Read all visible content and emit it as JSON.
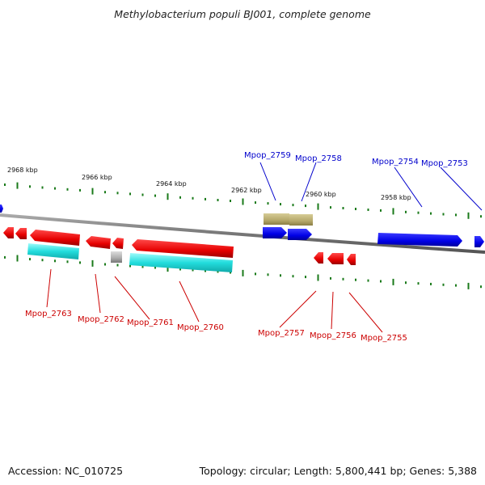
{
  "title": "Methylobacterium populi BJ001, complete genome",
  "footer": {
    "accession": "Accession: NC_010725",
    "topology": "Topology: circular; Length: 5,800,441 bp; Genes: 5,388"
  },
  "colors": {
    "backbone": "#888888",
    "ticks": "#1a7a1a",
    "forward_gene": "#0000ee",
    "reverse_gene": "#ee0000",
    "rna": "#b5a86a",
    "cds_cyan": "#22dddd",
    "pseudo_gray": "#aaaaaa",
    "label_forward": "#0000cc",
    "label_reverse": "#cc0000"
  },
  "scale_labels": [
    "2968 kbp",
    "2966 kbp",
    "2964 kbp",
    "2962 kbp",
    "2960 kbp",
    "2958 kbp"
  ],
  "forward_labels": [
    "Mpop_2759",
    "Mpop_2758",
    "Mpop_2754",
    "Mpop_2753"
  ],
  "reverse_labels": [
    "Mpop_2763",
    "Mpop_2762",
    "Mpop_2761",
    "Mpop_2760",
    "Mpop_2757",
    "Mpop_2756",
    "Mpop_2755"
  ]
}
